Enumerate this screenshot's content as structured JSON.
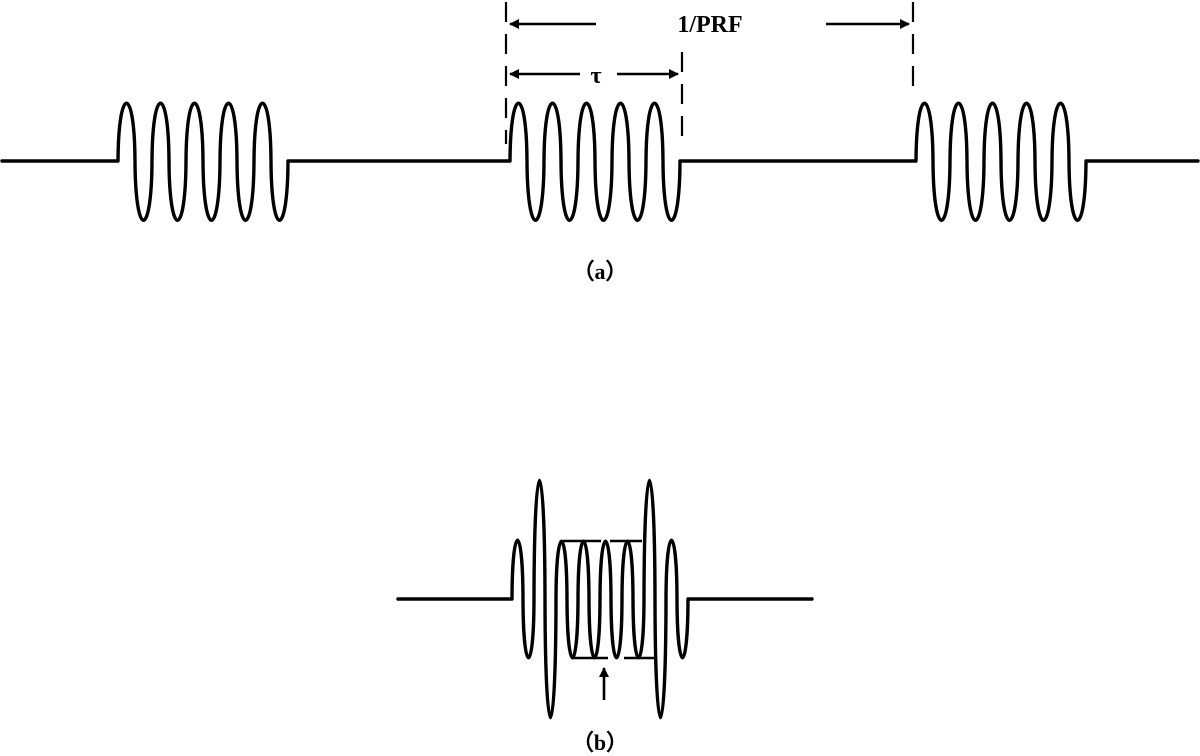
{
  "labels": {
    "period": "1/PRF",
    "pulse_width": "τ",
    "caption_a": "（a）",
    "caption_b": "（b）"
  },
  "diagram_a": {
    "pulse_count": 3,
    "cycles_per_pulse": 5
  },
  "diagram_b": {
    "overlapping_pulses": 2,
    "cycles_per_pulse": 5
  }
}
